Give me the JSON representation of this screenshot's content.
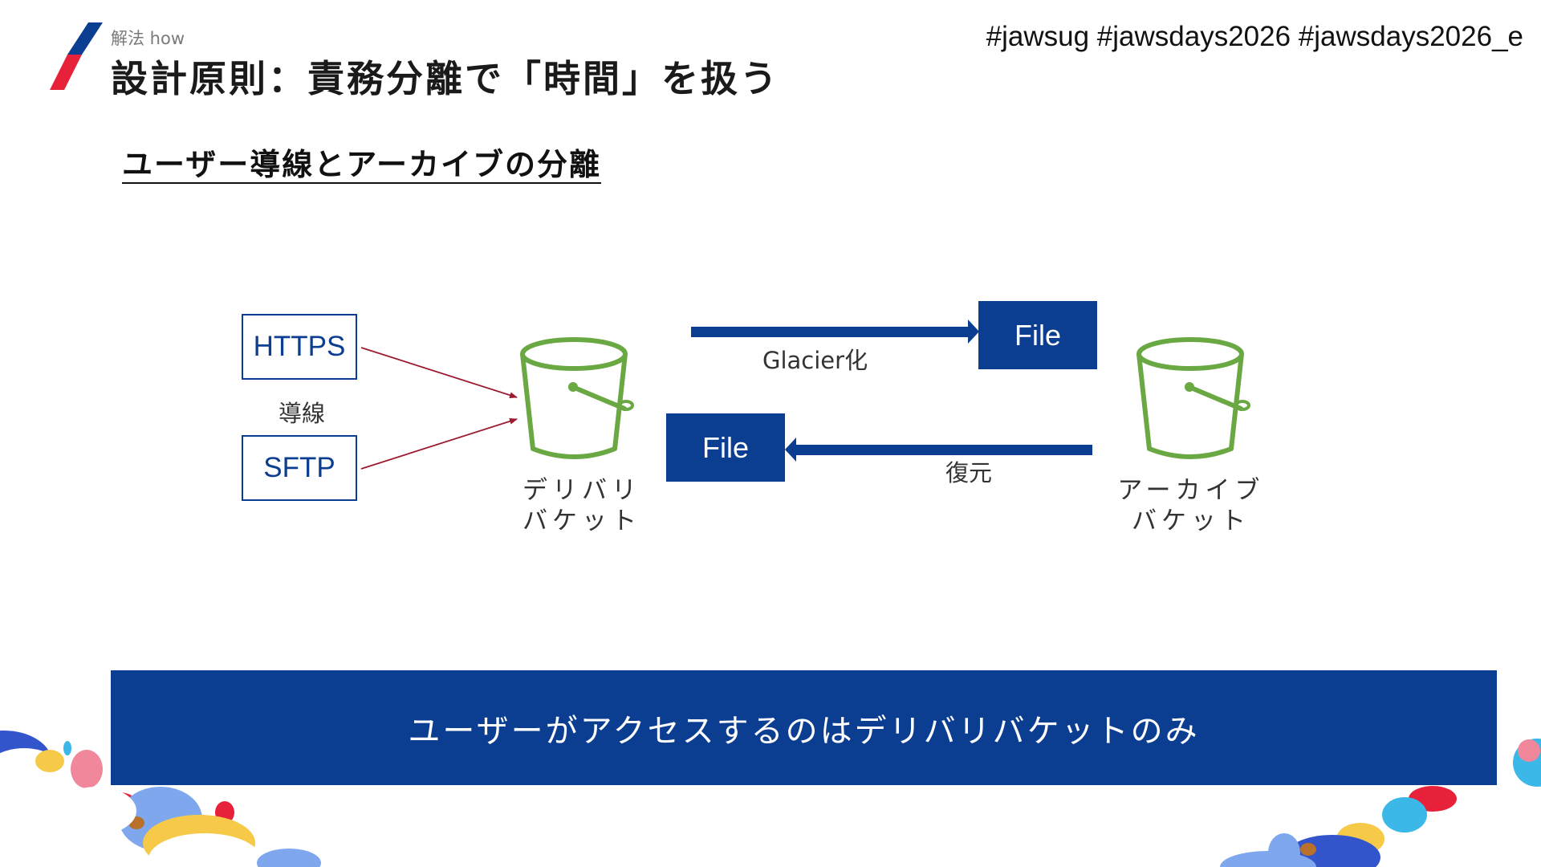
{
  "header": {
    "section_label": "解法 how",
    "title": "設計原則：責務分離で「時間」を扱う",
    "hashtags": "#jawsug #jawsdays2026 #jawsdays2026_e"
  },
  "subtitle": "ユーザー導線とアーカイブの分離",
  "diagram": {
    "protocols": [
      "HTTPS",
      "SFTP"
    ],
    "routes_label": "導線",
    "delivery_bucket_label": [
      "デリバリ",
      "バケット"
    ],
    "archive_bucket_label": [
      "アーカイブ",
      "バケット"
    ],
    "archive_flow_label": "Glacier化",
    "restore_flow_label": "復元",
    "file_labels": [
      "File",
      "File"
    ]
  },
  "banner": {
    "text": "ユーザーがアクセスするのはデリバリバケットのみ"
  },
  "colors": {
    "primary_blue": "#0b3d91",
    "bucket_green": "#6aa843",
    "arrow_red": "#9b1b30"
  },
  "icons": [
    "bucket-icon",
    "arrow-icon"
  ]
}
